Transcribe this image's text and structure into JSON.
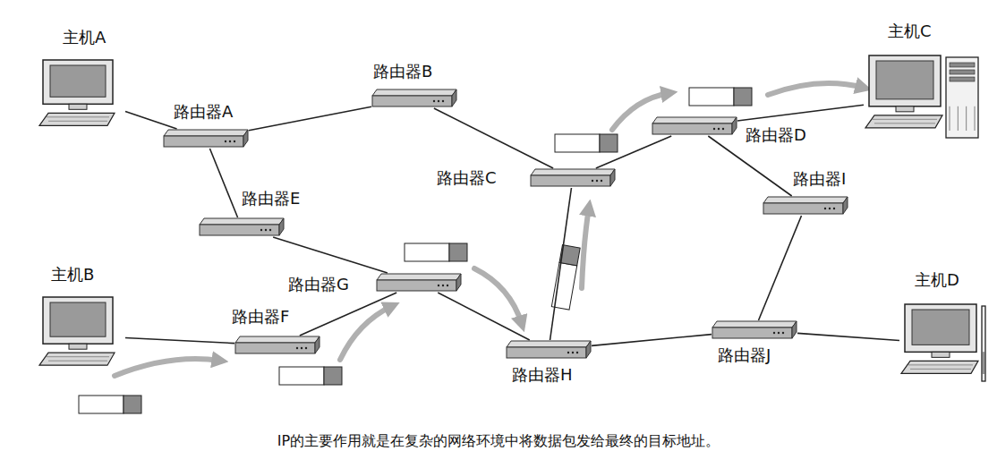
{
  "diagram": {
    "caption": "IP的主要作用就是在复杂的网络环境中将数据包发给最终的目标地址。",
    "nodes": [
      {
        "text": [
          "主机A"
        ]
      },
      {
        "text": [
          "路由器A"
        ]
      },
      {
        "text": [
          "路由器B"
        ]
      },
      {
        "text": [
          "路由器E"
        ]
      },
      {
        "text": [
          "路由器C"
        ]
      },
      {
        "text": [
          "路由器D"
        ]
      },
      {
        "text": [
          "主机C"
        ]
      },
      {
        "text": [
          "路由器I"
        ]
      },
      {
        "text": [
          "路由器G"
        ]
      },
      {
        "text": [
          "主机B"
        ]
      },
      {
        "text": [
          "路由器F"
        ]
      },
      {
        "text": [
          "路由器H"
        ]
      },
      {
        "text": [
          "路由器J"
        ]
      },
      {
        "text": [
          "主机D"
        ]
      }
    ],
    "edges": [
      {
        "from": 0,
        "to": 1,
        "arrow": "none"
      },
      {
        "from": 1,
        "to": 2,
        "arrow": "none"
      },
      {
        "from": 1,
        "to": 3,
        "arrow": "none"
      },
      {
        "from": 2,
        "to": 4,
        "arrow": "none"
      },
      {
        "from": 3,
        "to": 8,
        "arrow": "none"
      },
      {
        "from": 9,
        "to": 10,
        "arrow": "none"
      },
      {
        "from": 10,
        "to": 8,
        "arrow": "none"
      },
      {
        "from": 8,
        "to": 11,
        "arrow": "none"
      },
      {
        "from": 11,
        "to": 4,
        "arrow": "none"
      },
      {
        "from": 4,
        "to": 5,
        "arrow": "none"
      },
      {
        "from": 5,
        "to": 6,
        "arrow": "none"
      },
      {
        "from": 5,
        "to": 7,
        "arrow": "none"
      },
      {
        "from": 7,
        "to": 12,
        "arrow": "none"
      },
      {
        "from": 11,
        "to": 12,
        "arrow": "none"
      },
      {
        "from": 12,
        "to": 13,
        "arrow": "none"
      }
    ]
  }
}
